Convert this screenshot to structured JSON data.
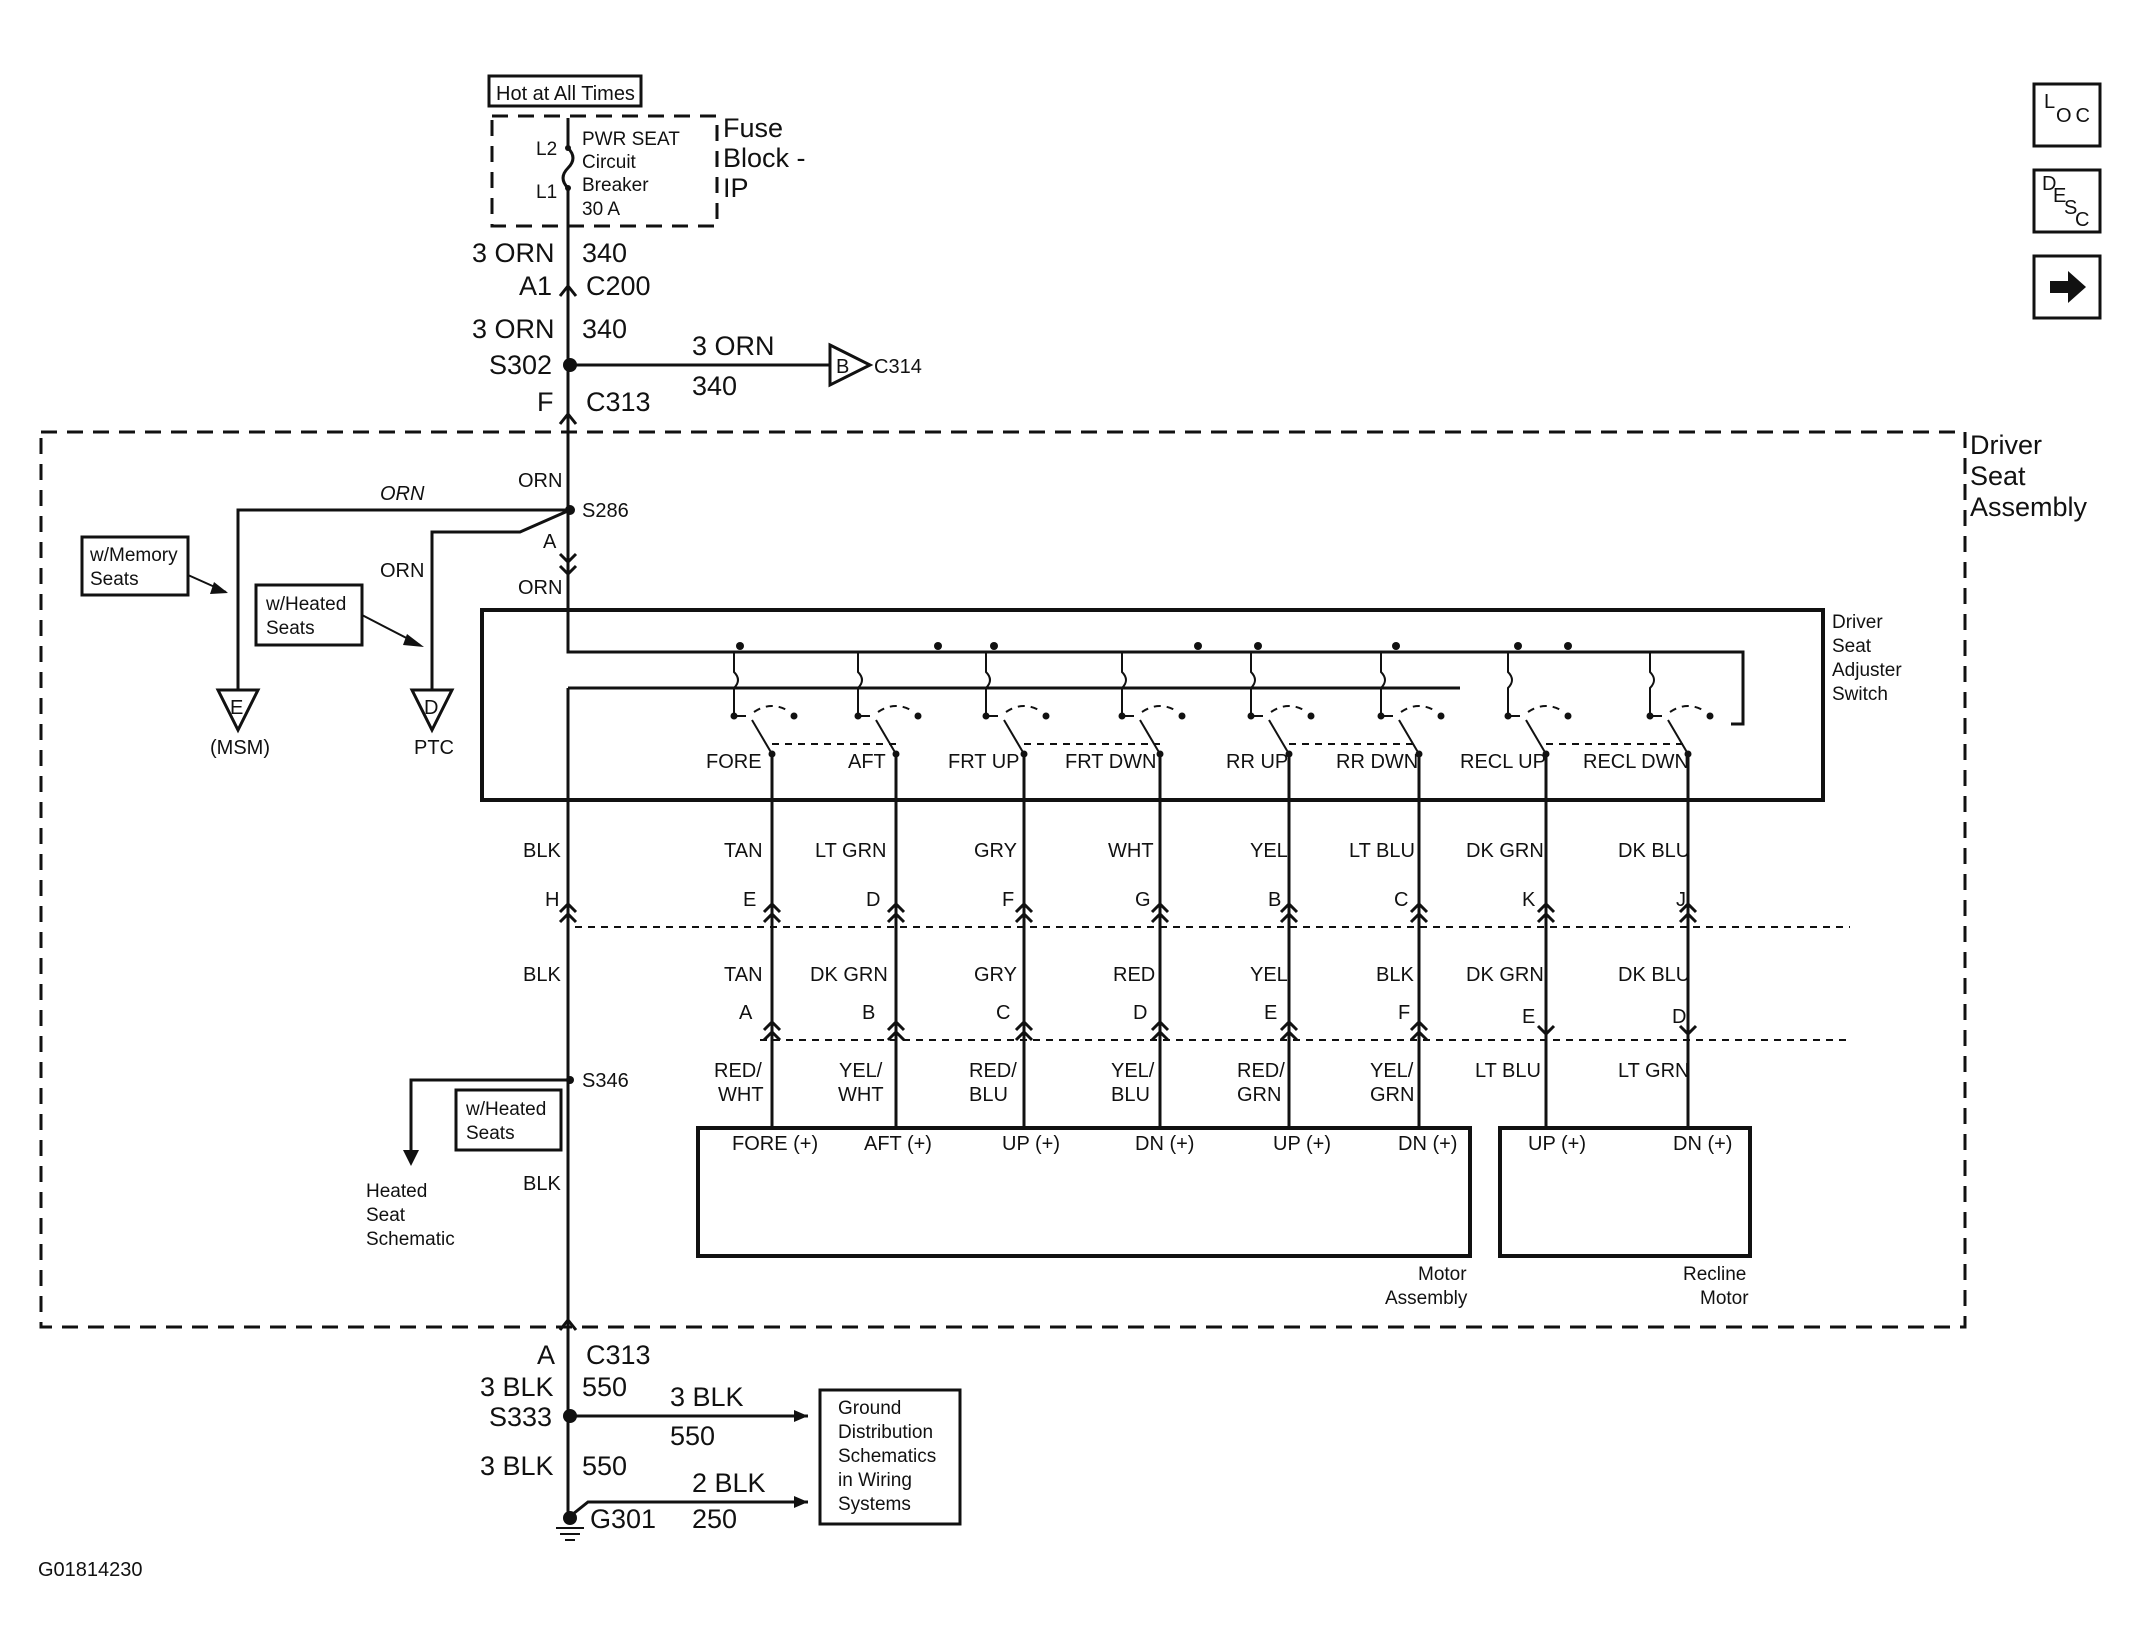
{
  "supply": {
    "hot_label": "Hot at All Times",
    "fuse_block_l1": "Fuse",
    "fuse_block_l2": "Block -",
    "fuse_block_l3": "IP",
    "breaker_l1": "PWR SEAT",
    "breaker_l2": "Circuit",
    "breaker_l3": "Breaker",
    "breaker_l4": "30 A",
    "terminal_l2": "L2",
    "terminal_l1": "L1"
  },
  "upper_wire": {
    "wire1_color": "3 ORN",
    "wire1_circuit": "340",
    "conn1_pin": "A1",
    "conn1_id": "C200",
    "wire2_color": "3 ORN",
    "wire2_circuit": "340",
    "splice": "S302",
    "branch_color": "3 ORN",
    "branch_circuit": "340",
    "branch_conn_pin": "B",
    "branch_conn_id": "C314",
    "conn2_pin": "F",
    "conn2_id": "C313"
  },
  "assembly": {
    "title_l1": "Driver",
    "title_l2": "Seat",
    "title_l3": "Assembly",
    "orn1": "ORN",
    "orn2": "ORN",
    "orn3": "ORN",
    "orn4": "ORN",
    "splice_s286": "S286",
    "pin_a": "A",
    "memory_note_l1": "w/Memory",
    "memory_note_l2": "Seats",
    "heated_note_l1": "w/Heated",
    "heated_note_l2": "Seats",
    "msm_pin": "E",
    "msm_label": "(MSM)",
    "ptc_pin": "D",
    "ptc_label": "PTC"
  },
  "switch": {
    "title_l1": "Driver",
    "title_l2": "Seat",
    "title_l3": "Adjuster",
    "title_l4": "Switch",
    "positions": [
      "FORE",
      "AFT",
      "FRT UP",
      "FRT DWN",
      "RR UP",
      "RR DWN",
      "RECL UP",
      "RECL DWN"
    ]
  },
  "harness_row1": {
    "ground_color": "BLK",
    "ground_pin": "H",
    "colors": [
      "TAN",
      "LT GRN",
      "GRY",
      "WHT",
      "YEL",
      "LT BLU",
      "DK GRN",
      "DK BLU"
    ],
    "pins": [
      "E",
      "D",
      "F",
      "G",
      "B",
      "C",
      "K",
      "J"
    ]
  },
  "harness_row2": {
    "ground_color": "BLK",
    "colors": [
      "TAN",
      "DK GRN",
      "GRY",
      "RED",
      "YEL",
      "BLK",
      "DK GRN",
      "DK BLU"
    ],
    "pins": [
      "A",
      "B",
      "C",
      "D",
      "E",
      "F",
      "E",
      "D"
    ]
  },
  "harness_row3": {
    "colors_l1": [
      "RED/",
      "YEL/",
      "RED/",
      "YEL/",
      "RED/",
      "YEL/",
      "LT BLU",
      "LT GRN"
    ],
    "colors_l2": [
      "WHT",
      "WHT",
      "BLU",
      "BLU",
      "GRN",
      "GRN",
      "",
      ""
    ]
  },
  "ground_branch": {
    "splice": "S346",
    "note_l1": "w/Heated",
    "note_l2": "Seats",
    "dest_l1": "Heated",
    "dest_l2": "Seat",
    "dest_l3": "Schematic",
    "wire_color": "BLK"
  },
  "motors": {
    "motor_terms": [
      "FORE (+)",
      "AFT (+)",
      "UP (+)",
      "DN (+)",
      "UP (+)",
      "DN (+)"
    ],
    "recline_terms": [
      "UP (+)",
      "DN (+)"
    ],
    "motor_label_l1": "Motor",
    "motor_label_l2": "Assembly",
    "recline_label_l1": "Recline",
    "recline_label_l2": "Motor"
  },
  "lower_wire": {
    "conn_pin": "A",
    "conn_id": "C313",
    "wire1_color": "3 BLK",
    "wire1_circuit": "550",
    "splice": "S333",
    "branch1_color": "3 BLK",
    "branch1_circuit": "550",
    "wire2_color": "3 BLK",
    "wire2_circuit": "550",
    "branch2_color": "2 BLK",
    "branch2_circuit": "250",
    "ground_id": "G301",
    "gd_l1": "Ground",
    "gd_l2": "Distribution",
    "gd_l3": "Schematics",
    "gd_l4": "in Wiring",
    "gd_l5": "Systems"
  },
  "nav": {
    "loc_l": "L",
    "loc_oc": "OC",
    "desc_d": "D",
    "desc_e": "E",
    "desc_s": "S",
    "desc_c": "C"
  },
  "figure_id": "G01814230"
}
